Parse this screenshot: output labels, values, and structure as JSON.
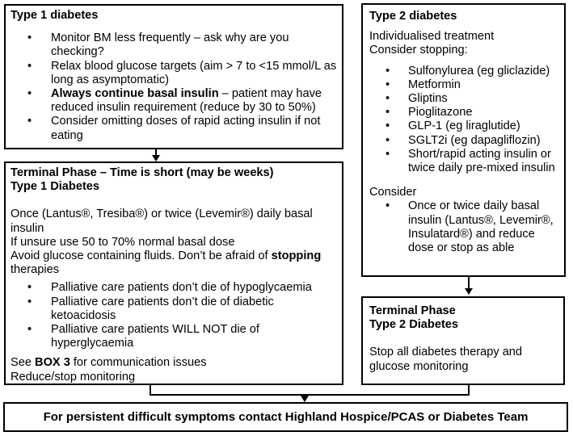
{
  "colors": {
    "text": "#000000",
    "border": "#000000",
    "background": "#ffffff"
  },
  "type1": {
    "title": "Type 1 diabetes",
    "bullets": [
      {
        "text": "Monitor BM less frequently – ask why are you checking?"
      },
      {
        "text": "Relax blood glucose targets (aim > 7 to <15 mmol/L as long as asymptomatic)"
      },
      {
        "bold": "Always continue basal insulin",
        "text": " – patient may have reduced insulin requirement (reduce by 30 to 50%)"
      },
      {
        "text": "Consider omitting doses of rapid acting insulin if not eating"
      }
    ]
  },
  "terminal_type1": {
    "title_line1": "Terminal Phase – Time is short (may be weeks)",
    "title_line2": "Type 1 Diabetes",
    "para1": "Once (Lantus®, Tresiba®) or twice (Levemir®) daily basal insulin",
    "para2": "If unsure use 50 to 70% normal basal dose",
    "para3_prefix": "Avoid glucose containing fluids. Don’t be afraid of ",
    "para3_bold": "stopping",
    "para3_suffix": " therapies",
    "bullets": [
      "Palliative care patients don’t die of hypoglycaemia",
      "Palliative care patients don’t die of diabetic ketoacidosis",
      "Palliative care patients WILL NOT die of hyperglycaemia"
    ],
    "footer1_prefix": "See ",
    "footer1_bold": "BOX 3",
    "footer1_suffix": " for communication issues",
    "footer2": "Reduce/stop monitoring"
  },
  "type2": {
    "title": "Type 2 diabetes",
    "line_treatment": "Individualised treatment",
    "line_stopping": "Consider stopping:",
    "stop_bullets": [
      "Sulfonylurea (eg gliclazide)",
      "Metformin",
      "Gliptins",
      "Pioglitazone",
      "GLP-1 (eg liraglutide)",
      "SGLT2i (eg dapagliflozin)",
      "Short/rapid acting insulin or twice daily pre-mixed insulin"
    ],
    "consider_label": "Consider",
    "consider_bullets": [
      "Once or twice daily basal insulin (Lantus®, Levemir®, Insulatard®) and reduce dose or stop as able"
    ]
  },
  "terminal_type2": {
    "title_line1": "Terminal Phase",
    "title_line2": "Type 2 Diabetes",
    "body": "Stop all diabetes therapy and glucose monitoring"
  },
  "banner": {
    "text": "For persistent difficult symptoms contact Highland Hospice/PCAS or Diabetes Team"
  }
}
